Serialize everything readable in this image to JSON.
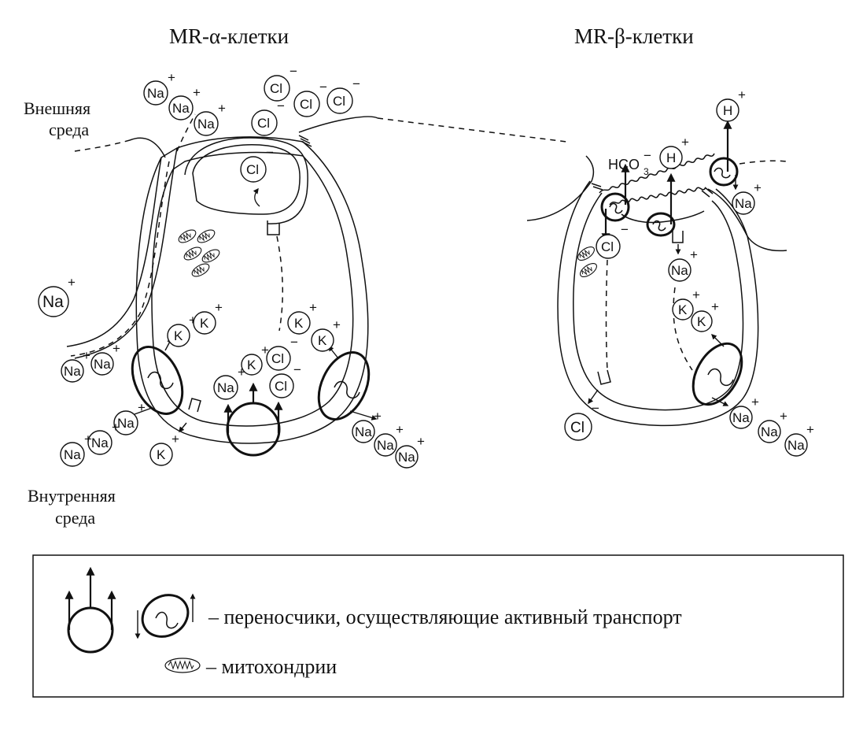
{
  "titles": {
    "alpha": "MR-α-клетки",
    "beta": "MR-β-клетки"
  },
  "environment": {
    "external_line1": "Внешняя",
    "external_line2": "среда",
    "internal_line1": "Внутренняя",
    "internal_line2": "среда"
  },
  "ions": {
    "na": "Na",
    "cl": "Cl",
    "k": "K",
    "h": "H",
    "hco3": "HCO",
    "hco3_sub": "3",
    "plus": "+",
    "minus": "−"
  },
  "legend": {
    "transporters": "– переносчики, осуществляющие активный транспорт",
    "mitochondria": "– митохондрии"
  }
}
